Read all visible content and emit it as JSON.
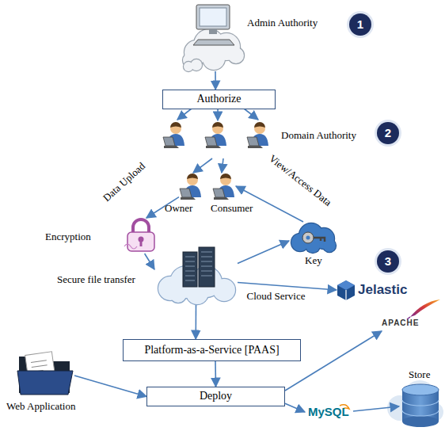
{
  "diagram": {
    "nodes": [
      {
        "text": [
          "Admin Authority"
        ]
      },
      {
        "text": [
          "Authorize"
        ]
      },
      {
        "text": [
          "Domain Authority"
        ]
      },
      {
        "text": [
          "Owner"
        ]
      },
      {
        "text": [
          "Consumer"
        ]
      },
      {
        "text": [
          "Encryption"
        ]
      },
      {
        "text": [
          "Secure file transfer"
        ]
      },
      {
        "text": [
          "Key"
        ]
      },
      {
        "text": [
          "Jelastic"
        ]
      },
      {
        "text": [
          "Platform-as-a-Service [PAAS]"
        ]
      },
      {
        "text": [
          "Web Application"
        ]
      },
      {
        "text": [
          "Deploy"
        ]
      },
      {
        "text": [
          "APACHE"
        ]
      },
      {
        "text": [
          "MySQL"
        ]
      }
    ],
    "edges": [
      {
        "from": 0,
        "to": 1,
        "arrow": "to"
      },
      {
        "from": 1,
        "to": 2,
        "arrow": "to"
      },
      {
        "from": 2,
        "to": 3,
        "arrow": "to"
      },
      {
        "from": 2,
        "to": 4,
        "arrow": "to"
      },
      {
        "from": 3,
        "to": 5,
        "label": "Data Upload",
        "arrow": "to"
      },
      {
        "from": 5,
        "to": 6,
        "arrow": "to"
      },
      {
        "from": 6,
        "to": 7,
        "arrow": "to"
      },
      {
        "from": 7,
        "to": 4,
        "label": "View/Access Data",
        "arrow": "to"
      },
      {
        "from": 6,
        "to": 8,
        "label": "Cloud Service",
        "arrow": "to"
      },
      {
        "from": 6,
        "to": 9,
        "arrow": "to"
      },
      {
        "from": 9,
        "to": 11,
        "arrow": "to"
      },
      {
        "from": 10,
        "to": 11,
        "arrow": "to"
      },
      {
        "from": 11,
        "to": 12,
        "arrow": "to"
      },
      {
        "from": 11,
        "to": 13,
        "arrow": "to"
      }
    ],
    "labels": [
      "1",
      "2",
      "3",
      "Store"
    ]
  }
}
